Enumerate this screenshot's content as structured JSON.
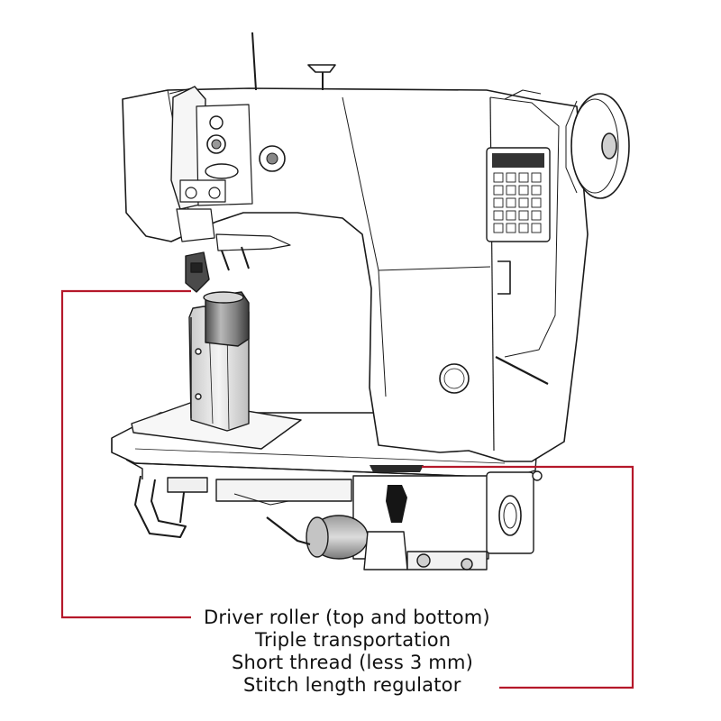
{
  "callouts": {
    "features": [
      "Driver roller (top and bottom)",
      "Triple transportation",
      "Short thread (less 3 mm)",
      "Stitch length regulator"
    ]
  },
  "colors": {
    "leader_line": "#b5182a",
    "drawing_line": "#1a1a1a",
    "text": "#111111"
  }
}
